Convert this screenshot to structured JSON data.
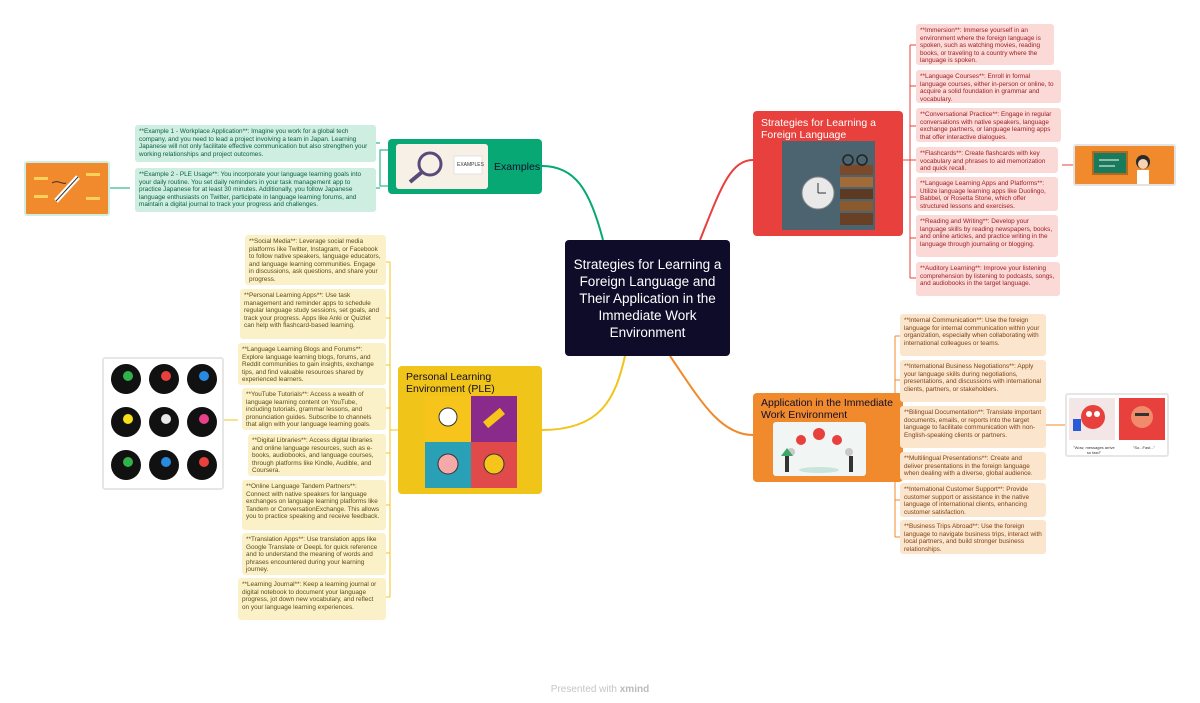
{
  "central": {
    "title": "Strategies for Learning a Foreign Language and Their Application in the Immediate Work Environment"
  },
  "branches": {
    "examples": {
      "title": "Examples",
      "image_label": "EXAMPLES",
      "color": "#08a875",
      "leaves": [
        "**Example 1 - Workplace Application**: Imagine you work for a global tech company, and you need to lead a project involving a team in Japan. Learning Japanese will not only facilitate effective communication but also strengthen your working relationships and project outcomes.",
        "**Example 2 - PLE Usage**: You incorporate your language learning goals into your daily routine. You set daily reminders in your task management app to practice Japanese for at least 30 minutes. Additionally, you follow Japanese language enthusiasts on Twitter, participate in language learning forums, and maintain a digital journal to track your progress and challenges."
      ]
    },
    "strategies": {
      "title": "Strategies for Learning a Foreign Language",
      "color": "#e8403c",
      "leaves": [
        "**Immersion**: Immerse yourself in an environment where the foreign language is spoken, such as watching movies, reading books, or traveling to a country where the language is spoken.",
        "**Language Courses**: Enroll in formal language courses, either in-person or online, to acquire a solid foundation in grammar and vocabulary.",
        "**Conversational Practice**: Engage in regular conversations with native speakers, language exchange partners, or language learning apps that offer interactive dialogues.",
        "**Flashcards**: Create flashcards with key vocabulary and phrases to aid memorization and quick recall.",
        "**Language Learning Apps and Platforms**: Utilize language learning apps like Duolingo, Babbel, or Rosetta Stone, which offer structured lessons and exercises.",
        "**Reading and Writing**: Develop your language skills by reading newspapers, books, and online articles, and practice writing in the language through journaling or blogging.",
        "**Auditory Learning**: Improve your listening comprehension by listening to podcasts, songs, and audiobooks in the target language."
      ]
    },
    "ple": {
      "title": "Personal Learning Environment (PLE)",
      "color": "#f0c419",
      "leaves": [
        "**Social Media**: Leverage social media platforms like Twitter, Instagram, or Facebook to follow native speakers, language educators, and language learning communities. Engage in discussions, ask questions, and share your progress.",
        "**Personal Learning Apps**: Use task management and reminder apps to schedule regular language study sessions, set goals, and track your progress. Apps like Anki or Quizlet can help with flashcard-based learning.",
        "**Language Learning Blogs and Forums**: Explore language learning blogs, forums, and Reddit communities to gain insights, exchange tips, and find valuable resources shared by experienced learners.",
        "**YouTube Tutorials**: Access a wealth of language learning content on YouTube, including tutorials, grammar lessons, and pronunciation guides. Subscribe to channels that align with your language learning goals.",
        "**Digital Libraries**: Access digital libraries and online language resources, such as e-books, audiobooks, and language courses, through platforms like Kindle, Audible, and Coursera.",
        "**Online Language Tandem Partners**: Connect with native speakers for language exchanges on language learning platforms like Tandem or ConversationExchange. This allows you to practice speaking and receive feedback.",
        "**Translation Apps**: Use translation apps like Google Translate or DeepL for quick reference and to understand the meaning of words and phrases encountered during your learning journey.",
        "**Learning Journal**: Keep a learning journal or digital notebook to document your language progress, jot down new vocabulary, and reflect on your language learning experiences."
      ]
    },
    "application": {
      "title": "Application in the Immediate Work Environment",
      "color": "#f08a2c",
      "leaves": [
        "**Internal Communication**: Use the foreign language for internal communication within your organization, especially when collaborating with international colleagues or teams.",
        "**International Business Negotiations**: Apply your language skills during negotiations, presentations, and discussions with international clients, partners, or stakeholders.",
        "**Bilingual Documentation**: Translate important documents, emails, or reports into the target language to facilitate communication with non-English-speaking clients or partners.",
        "**Multilingual Presentations**: Create and deliver presentations in the foreign language when dealing with a diverse, global audience.",
        "**International Customer Support**: Provide customer support or assistance in the native language of international clients, enhancing customer satisfaction.",
        "**Business Trips Abroad**: Use the foreign language to navigate business trips, interact with local partners, and build stronger business relationships."
      ]
    }
  },
  "side_images": {
    "cartoon_caption_left": "\"Wow, messages arrive so fast!\"",
    "cartoon_caption_right": "\"So...Fast...\""
  },
  "footer": {
    "prefix": "Presented with",
    "brand": "xmind"
  }
}
